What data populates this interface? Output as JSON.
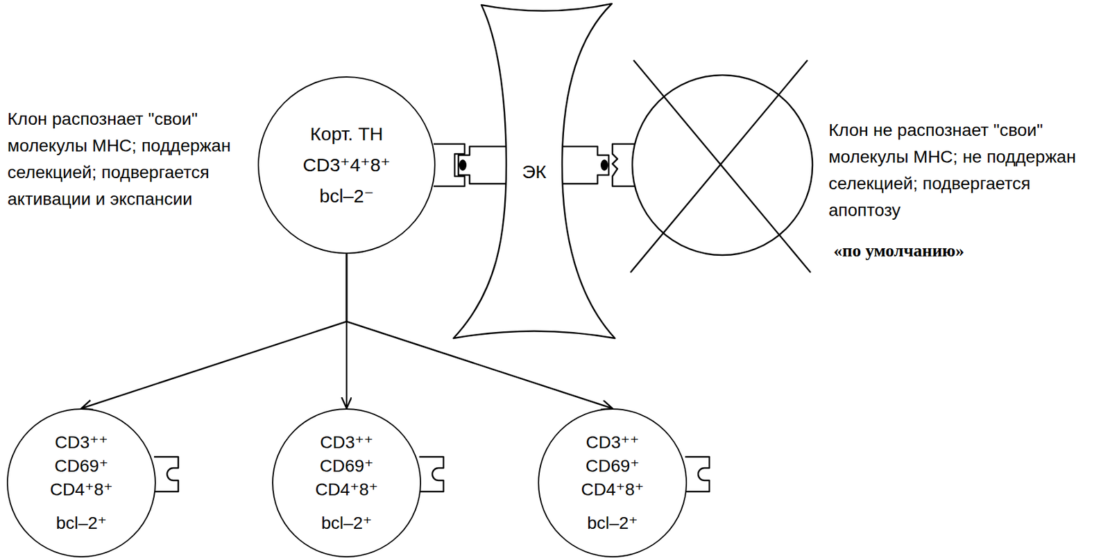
{
  "diagram": {
    "nodes": [
      {
        "text": [
          "Корт. ТН",
          "CD3⁺4⁺8⁺",
          "bcl–2⁻"
        ]
      },
      {
        "text": [
          "ЭК"
        ]
      },
      {
        "text": [
          "CD3⁺⁺",
          "CD69⁺",
          "CD4⁺8⁺",
          "bcl–2⁺"
        ]
      },
      {
        "text": [
          "CD3⁺⁺",
          "CD69⁺",
          "CD4⁺8⁺",
          "bcl–2⁺"
        ]
      },
      {
        "text": [
          "CD3⁺⁺",
          "CD69⁺",
          "CD4⁺8⁺",
          "bcl–2⁺"
        ]
      }
    ],
    "edges": [
      {
        "from": 0,
        "to": 2,
        "arrow": "to"
      },
      {
        "from": 0,
        "to": 3,
        "arrow": "to"
      },
      {
        "from": 0,
        "to": 4,
        "arrow": "to"
      }
    ],
    "labels": [
      "Клон распознает \"свои\" молекулы MHC; поддержан селекцией; подвергается активации и экспансии",
      "Клон не распознает \"свои\" молекулы MHC; не поддержан селекцией; подвергается апоптозу",
      "«по умолчанию»"
    ]
  }
}
